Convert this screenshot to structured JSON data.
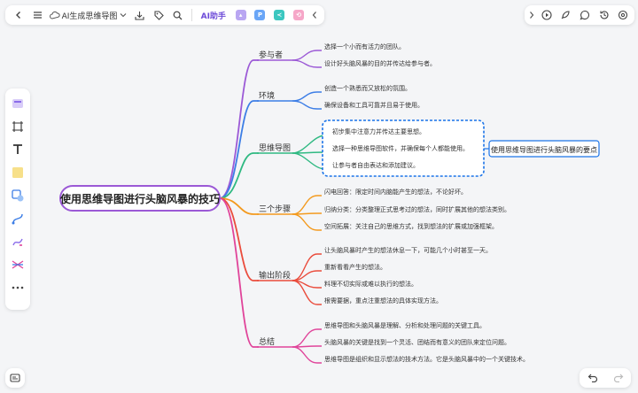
{
  "toolbar": {
    "doc_title": "AI生成思维导图",
    "ai_label": "AI助手"
  },
  "mindmap": {
    "root": "使用思维导图进行头脑风暴的技巧",
    "branches": [
      {
        "label": "参与者",
        "color": "#9b59d6",
        "children": [
          "选择一个小而有活力的团队。",
          "设计好头脑风暴的目的并传达给参与者。"
        ]
      },
      {
        "label": "环境",
        "color": "#3d7ee6",
        "children": [
          "创造一个熟悉而又放松的氛围。",
          "确保设备和工具可靠并且易于使用。"
        ]
      },
      {
        "label": "思维导图",
        "color": "#2fb982",
        "children": [
          "初步集中注意力并传达主要思想。",
          "选择一种思维导图软件，并确保每个人都能使用。",
          "让参与者自由表达和添加建议。"
        ]
      },
      {
        "label": "三个步骤",
        "color": "#f39a1e",
        "children": [
          "闪电回答：限定时间内脑能产生的想法，不论好坏。",
          "归纳分类：分类整理正式思考过的想法，同时扩展其他的想法类别。",
          "空间拓展：关注自己的思维方式，找到想法的扩展或加强框架。"
        ]
      },
      {
        "label": "输出阶段",
        "color": "#ea4c3c",
        "children": [
          "让头脑风暴时产生的想法休息一下，可能几个小时甚至一天。",
          "重新看看产生的想法。",
          "料理不切实际或难以执行的想法。",
          "根需要据，重点注重想法的具体实现方法。"
        ]
      },
      {
        "label": "总结",
        "color": "#e0449a",
        "children": [
          "思维导图和头脑风暴是理解、分析和处理问题的关键工具。",
          "头脑风暴的关键是找到一个灵活、团结而有意义的团队来定位问题。",
          "思维导图是组织和显示想法的技术方法。它是头脑风暴中的一个关键技术。"
        ]
      }
    ],
    "callout": "使用思维导图进行头脑风暴的要点"
  },
  "colors": {
    "root_border": "#9b59d6",
    "selection": "#1a73e8"
  }
}
